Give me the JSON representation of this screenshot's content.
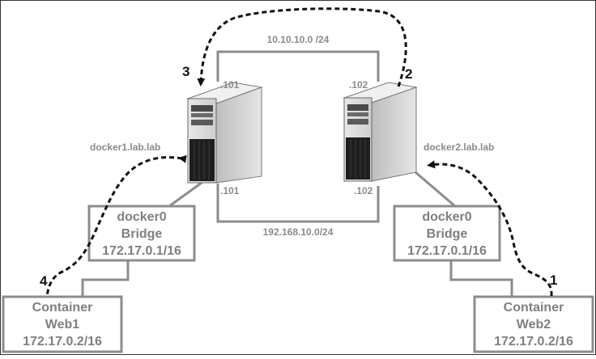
{
  "networks": {
    "top": "10.10.10.0 /24",
    "bottom": "192.168.10.0/24"
  },
  "hosts": {
    "host1": {
      "name": "docker1.lab.lab",
      "ip_top": ".101",
      "ip_bottom": ".101"
    },
    "host2": {
      "name": "docker2.lab.lab",
      "ip_top": ".102",
      "ip_bottom": ".102"
    }
  },
  "bridges": {
    "left": {
      "line1": "docker0",
      "line2": "Bridge",
      "line3": "172.17.0.1/16"
    },
    "right": {
      "line1": "docker0",
      "line2": "Bridge",
      "line3": "172.17.0.1/16"
    }
  },
  "containers": {
    "web1": {
      "line1": "Container",
      "line2": "Web1",
      "line3": "172.17.0.2/16"
    },
    "web2": {
      "line1": "Container",
      "line2": "Web2",
      "line3": "172.17.0.2/16"
    }
  },
  "steps": {
    "s1": "1",
    "s2": "2",
    "s3": "3",
    "s4": "4"
  },
  "colors": {
    "line": "#7f7f7f",
    "text": "#7f7f7f",
    "arrow": "#111111",
    "border": "#333333"
  }
}
